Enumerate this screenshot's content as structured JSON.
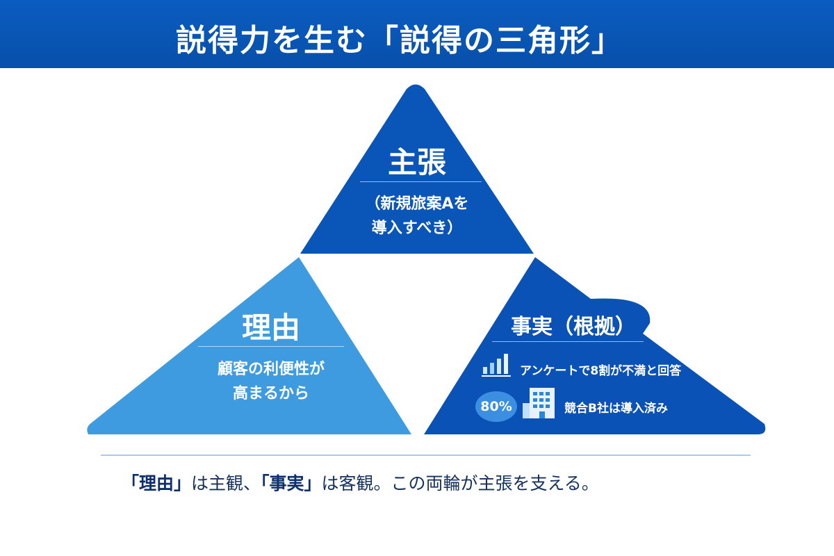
{
  "title": "説得力を生む「説得の三角形」",
  "claim": {
    "heading": "主張",
    "line1": "（新規旅案Aを",
    "line2": "導入すべき）"
  },
  "reason": {
    "heading": "理由",
    "line1": "顧客の利便性が",
    "line2": "高まるから"
  },
  "fact": {
    "heading": "事実（根拠）",
    "item1": "アンケートで8割が不満と回答",
    "badge": "80%",
    "item2": "競合B社は導入済み"
  },
  "caption": {
    "p1": "「理由」",
    "p2": "は主観、",
    "p3": "「事実」",
    "p4": "は客観。この両輪が主張を支える。"
  },
  "colors": {
    "header": "#0b5cc0",
    "claim": "#0a55b8",
    "reason": "#3f9be0",
    "fact": "#0a52b5"
  }
}
